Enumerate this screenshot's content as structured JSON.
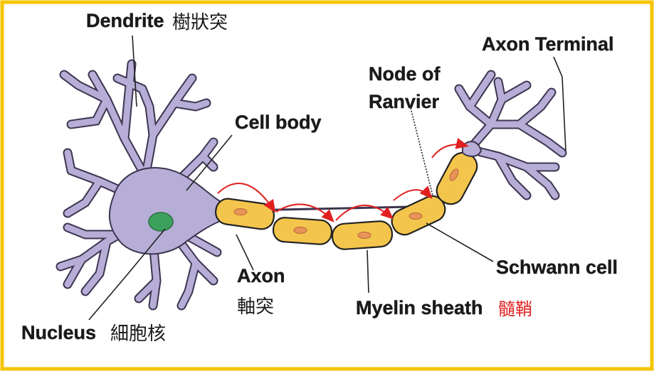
{
  "frame": {
    "border_color": "#f5c400"
  },
  "colors": {
    "neuron": "#b6aed7",
    "sheath": "#f4c54d",
    "nucleus": "#3da15e",
    "signal_arrow": "#e02020",
    "label_red": "#e02020"
  },
  "labels": {
    "dendrite": {
      "en": "Dendrite",
      "zh": "樹狀突"
    },
    "cell_body": {
      "en": "Cell body"
    },
    "nucleus": {
      "en": "Nucleus",
      "zh": "細胞核"
    },
    "axon": {
      "en": "Axon",
      "zh": "軸突"
    },
    "node_of_ranvier": {
      "en_line1": "Node of",
      "en_line2": "Ranvier"
    },
    "axon_terminal": {
      "en": "Axon Terminal"
    },
    "schwann_cell": {
      "en": "Schwann cell"
    },
    "myelin_sheath": {
      "en": "Myelin sheath",
      "zh": "髓鞘"
    }
  }
}
